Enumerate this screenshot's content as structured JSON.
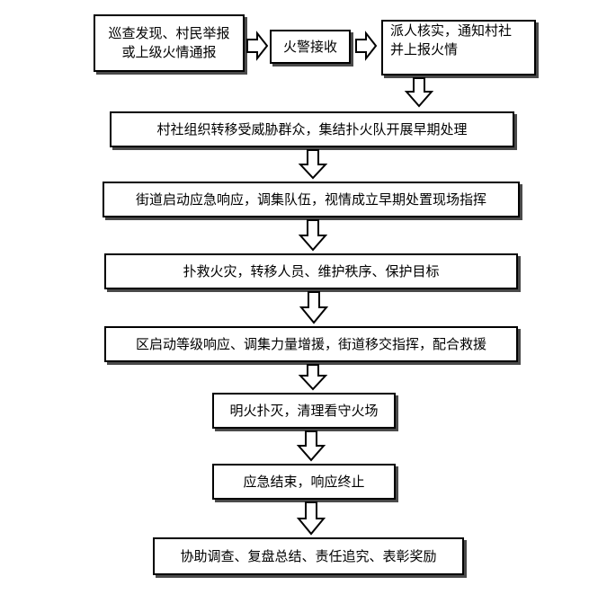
{
  "steps": {
    "discover": {
      "line1": "巡查发现、村民举报",
      "line2": "或上级火情通报"
    },
    "alarm": "火警接收",
    "verify": {
      "line1": "派人核实，通知村社",
      "line2": "并上报火情"
    },
    "village": "村社组织转移受威胁群众，集结扑火队开展早期处理",
    "street": "街道启动应急响应，调集队伍，视情成立早期处置现场指挥",
    "suppress": "扑救火灾，转移人员、维护秩序、保护目标",
    "district": "区启动等级响应、调集力量增援，街道移交指挥，配合救援",
    "mopup": "明火扑灭，清理看守火场",
    "end": "应急结束，响应终止",
    "review": "协助调查、复盘总结、责任追究、表彰奖励"
  }
}
